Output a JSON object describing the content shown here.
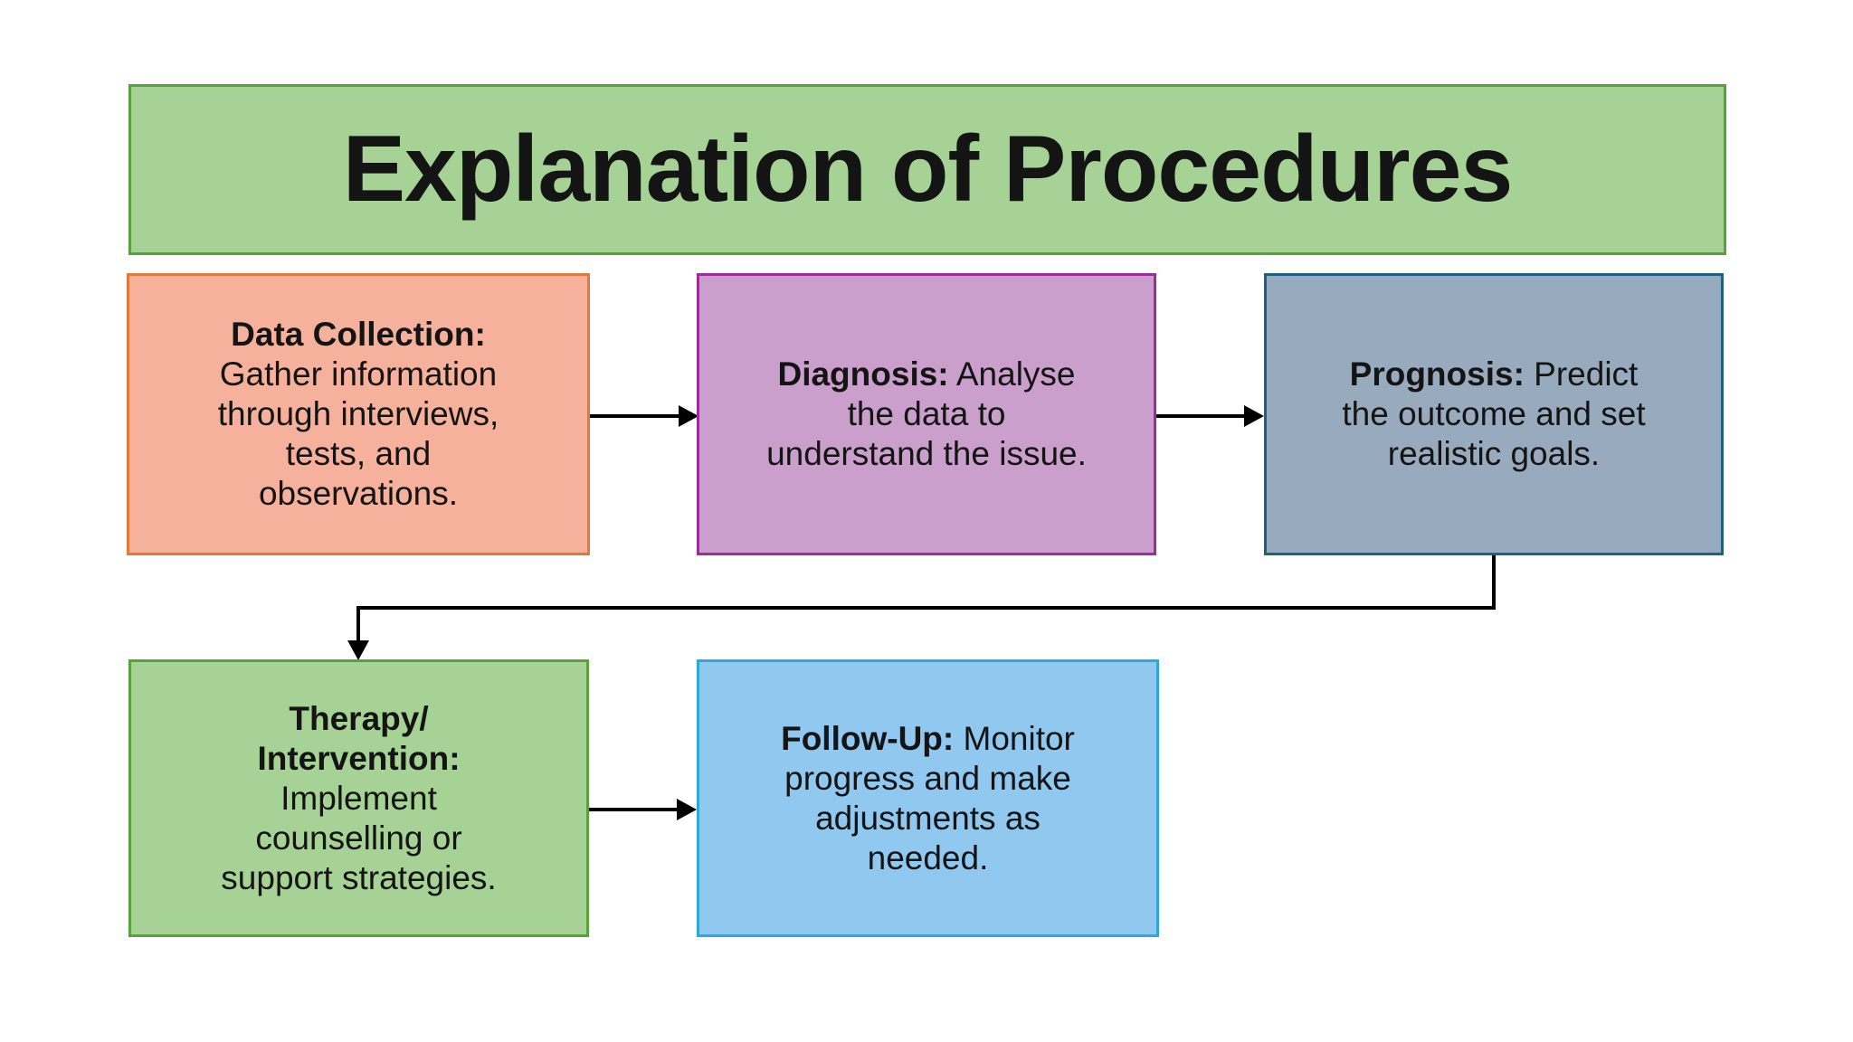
{
  "title": {
    "text": "Explanation of Procedures",
    "fill": "#a6d295",
    "border": "#55a33a"
  },
  "boxes": [
    {
      "name": "data-collection",
      "fill": "#f5b19b",
      "border": "#e0793a",
      "lines": [
        [
          {
            "t": "Data Collection:",
            "b": true
          }
        ],
        [
          {
            "t": "Gather information",
            "b": false
          }
        ],
        [
          {
            "t": "through interviews,",
            "b": false
          }
        ],
        [
          {
            "t": "tests, and",
            "b": false
          }
        ],
        [
          {
            "t": "observations.",
            "b": false
          }
        ]
      ]
    },
    {
      "name": "diagnosis",
      "fill": "#cb9fcb",
      "border": "#9a2d9a",
      "lines": [
        [
          {
            "t": "Diagnosis:",
            "b": true
          },
          {
            "t": " Analyse",
            "b": false
          }
        ],
        [
          {
            "t": "the data to",
            "b": false
          }
        ],
        [
          {
            "t": "understand the issue.",
            "b": false
          }
        ]
      ]
    },
    {
      "name": "prognosis",
      "fill": "#98aabd",
      "border": "#20607f",
      "lines": [
        [
          {
            "t": "Prognosis:",
            "b": true
          },
          {
            "t": " Predict",
            "b": false
          }
        ],
        [
          {
            "t": "the outcome and set",
            "b": false
          }
        ],
        [
          {
            "t": "realistic goals.",
            "b": false
          }
        ]
      ]
    },
    {
      "name": "therapy-intervention",
      "fill": "#a6d295",
      "border": "#55a33a",
      "lines": [
        [
          {
            "t": "Therapy/",
            "b": true
          }
        ],
        [
          {
            "t": "Intervention:",
            "b": true
          }
        ],
        [
          {
            "t": "Implement",
            "b": false
          }
        ],
        [
          {
            "t": "counselling or",
            "b": false
          }
        ],
        [
          {
            "t": "support strategies.",
            "b": false
          }
        ]
      ]
    },
    {
      "name": "follow-up",
      "fill": "#90c8f0",
      "border": "#2ba9d8",
      "lines": [
        [
          {
            "t": "Follow-Up:",
            "b": true
          },
          {
            "t": " Monitor",
            "b": false
          }
        ],
        [
          {
            "t": "progress and make",
            "b": false
          }
        ],
        [
          {
            "t": "adjustments as",
            "b": false
          }
        ],
        [
          {
            "t": "needed.",
            "b": false
          }
        ]
      ]
    }
  ],
  "connector_color": "#000000",
  "background": "#ffffff"
}
